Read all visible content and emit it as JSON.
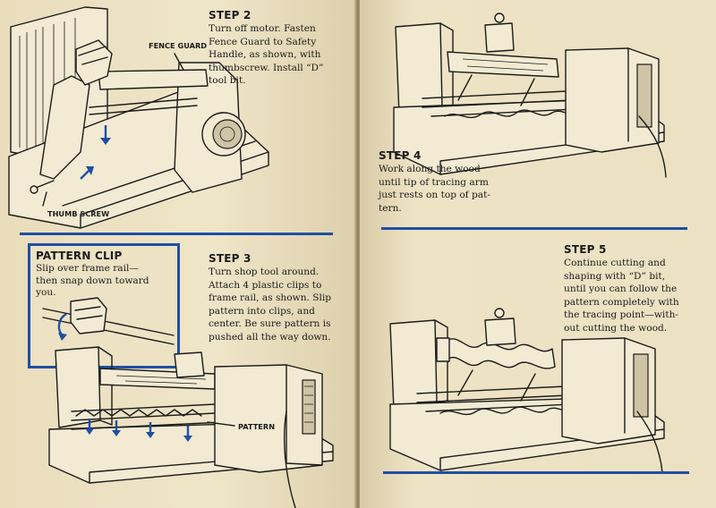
{
  "left_page": {
    "step2": {
      "heading": "STEP 2",
      "lines": [
        "Turn off motor. Fasten",
        "Fence Guard to Safety",
        "Handle, as shown, with",
        "thumbscrew. Install “D”",
        "tool bit."
      ]
    },
    "labels": {
      "fence_guard": "FENCE GUARD",
      "thumb_screw": "THUMB SCREW",
      "pattern": "PATTERN"
    },
    "pattern_clip": {
      "heading": "PATTERN CLIP",
      "lines": [
        "Slip over frame rail—",
        "then snap down toward",
        "you."
      ]
    },
    "step3": {
      "heading": "STEP 3",
      "lines": [
        "Turn shop tool around.",
        "Attach 4 plastic clips to",
        "frame rail, as shown. Slip",
        "pattern into clips, and",
        "center. Be sure pattern is",
        "pushed all the way down."
      ]
    }
  },
  "right_page": {
    "step4": {
      "heading": "STEP 4",
      "lines": [
        "Work along the wood",
        "until tip of tracing arm",
        "just rests on top of pat-",
        "tern."
      ]
    },
    "step5": {
      "heading": "STEP 5",
      "lines": [
        "Continue cutting and",
        "shaping with “D” bit,",
        "until you can follow the",
        "pattern completely with",
        "the tracing point—with-",
        "out cutting the wood."
      ]
    }
  },
  "colors": {
    "accent": "#1f4fa3",
    "paper": "#ece1c2",
    "ink": "#1b1b1b"
  }
}
